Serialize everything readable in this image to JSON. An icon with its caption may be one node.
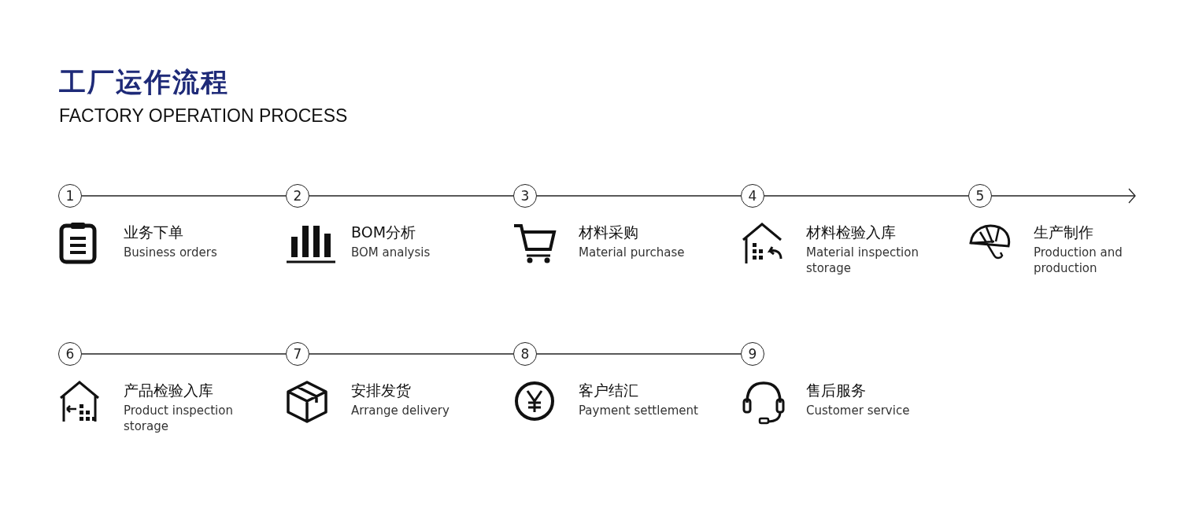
{
  "diagram": {
    "title": "工厂运作流程",
    "nodes": [
      {
        "text": [
          "1"
        ],
        "beside": [
          "业务下单",
          "Business orders"
        ]
      },
      {
        "text": [
          "2"
        ],
        "beside": [
          "BOM分析",
          "BOM analysis"
        ]
      },
      {
        "text": [
          "3"
        ],
        "beside": [
          "材料采购",
          "Material purchase"
        ]
      },
      {
        "text": [
          "4"
        ],
        "beside": [
          "材料检验入库",
          "Material inspection storage"
        ]
      },
      {
        "text": [
          "5"
        ],
        "beside": [
          "生产制作",
          "Production and production"
        ]
      },
      {
        "text": [
          "6"
        ],
        "beside": [
          "产品检验入库",
          "Product inspection storage"
        ]
      },
      {
        "text": [
          "7"
        ],
        "beside": [
          "安排发货",
          "Arrange delivery"
        ]
      },
      {
        "text": [
          "8"
        ],
        "beside": [
          "客户结汇",
          "Payment settlement"
        ]
      },
      {
        "text": [
          "9"
        ],
        "beside": [
          "售后服务",
          "Customer service"
        ]
      }
    ],
    "edges": [
      {
        "from": 0,
        "to": 1,
        "arrow": "none"
      },
      {
        "from": 1,
        "to": 2,
        "arrow": "none"
      },
      {
        "from": 2,
        "to": 3,
        "arrow": "none"
      },
      {
        "from": 3,
        "to": 4,
        "arrow": "none"
      },
      {
        "from": 4,
        "to": null,
        "arrow": "to"
      },
      {
        "from": 5,
        "to": 6,
        "arrow": "none"
      },
      {
        "from": 6,
        "to": 7,
        "arrow": "none"
      },
      {
        "from": 7,
        "to": 8,
        "arrow": "none"
      }
    ],
    "labels": [
      "FACTORY OPERATION PROCESS"
    ]
  }
}
